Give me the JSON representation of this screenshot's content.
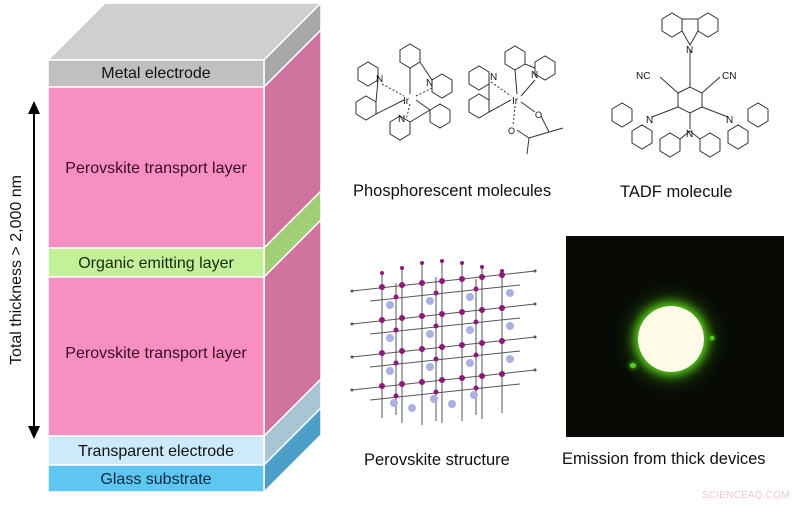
{
  "stack": {
    "thickness_label": "Total thickness > 2,000 nm",
    "layers": [
      {
        "name": "Metal electrode",
        "front": "#c0c0c0",
        "side": "#a8a8a8",
        "text": "#111111"
      },
      {
        "name": "Perovskite transport layer",
        "front": "#f78fc3",
        "side": "#d0749f",
        "text": "#3a0a20"
      },
      {
        "name": "Organic emitting layer",
        "front": "#c4f09a",
        "side": "#a2cf76",
        "text": "#1b2a0b"
      },
      {
        "name": "Perovskite transport layer",
        "front": "#f78fc3",
        "side": "#d0749f",
        "text": "#3a0a20"
      },
      {
        "name": "Transparent electrode",
        "front": "#cdeafb",
        "side": "#a9c4d2",
        "text": "#111111"
      },
      {
        "name": "Glass substrate",
        "front": "#5ec6f1",
        "side": "#4b9fc9",
        "text": "#0a2a40"
      }
    ],
    "top_color": "#cfcfcf"
  },
  "panels": {
    "phosphorescent": {
      "caption": "Phosphorescent molecules",
      "atoms": {
        "metal": "Ir",
        "nitrogen": "N",
        "oxygen": "O"
      }
    },
    "tadf": {
      "caption": "TADF molecule",
      "atoms": {
        "nitrogen": "N",
        "cyano_left": "NC",
        "cyano_right": "CN"
      }
    },
    "perovskite": {
      "caption": "Perovskite structure",
      "colors": {
        "octahedra": "#8b1a7a",
        "cation": "#aab0e0",
        "bond": "#555555"
      }
    },
    "emission": {
      "caption": "Emission from thick devices",
      "colors": {
        "background": "#080a06",
        "glow": "#7dff2a",
        "core": "#fffbe6"
      }
    }
  },
  "watermark": "SCIENCEAQ.COM"
}
